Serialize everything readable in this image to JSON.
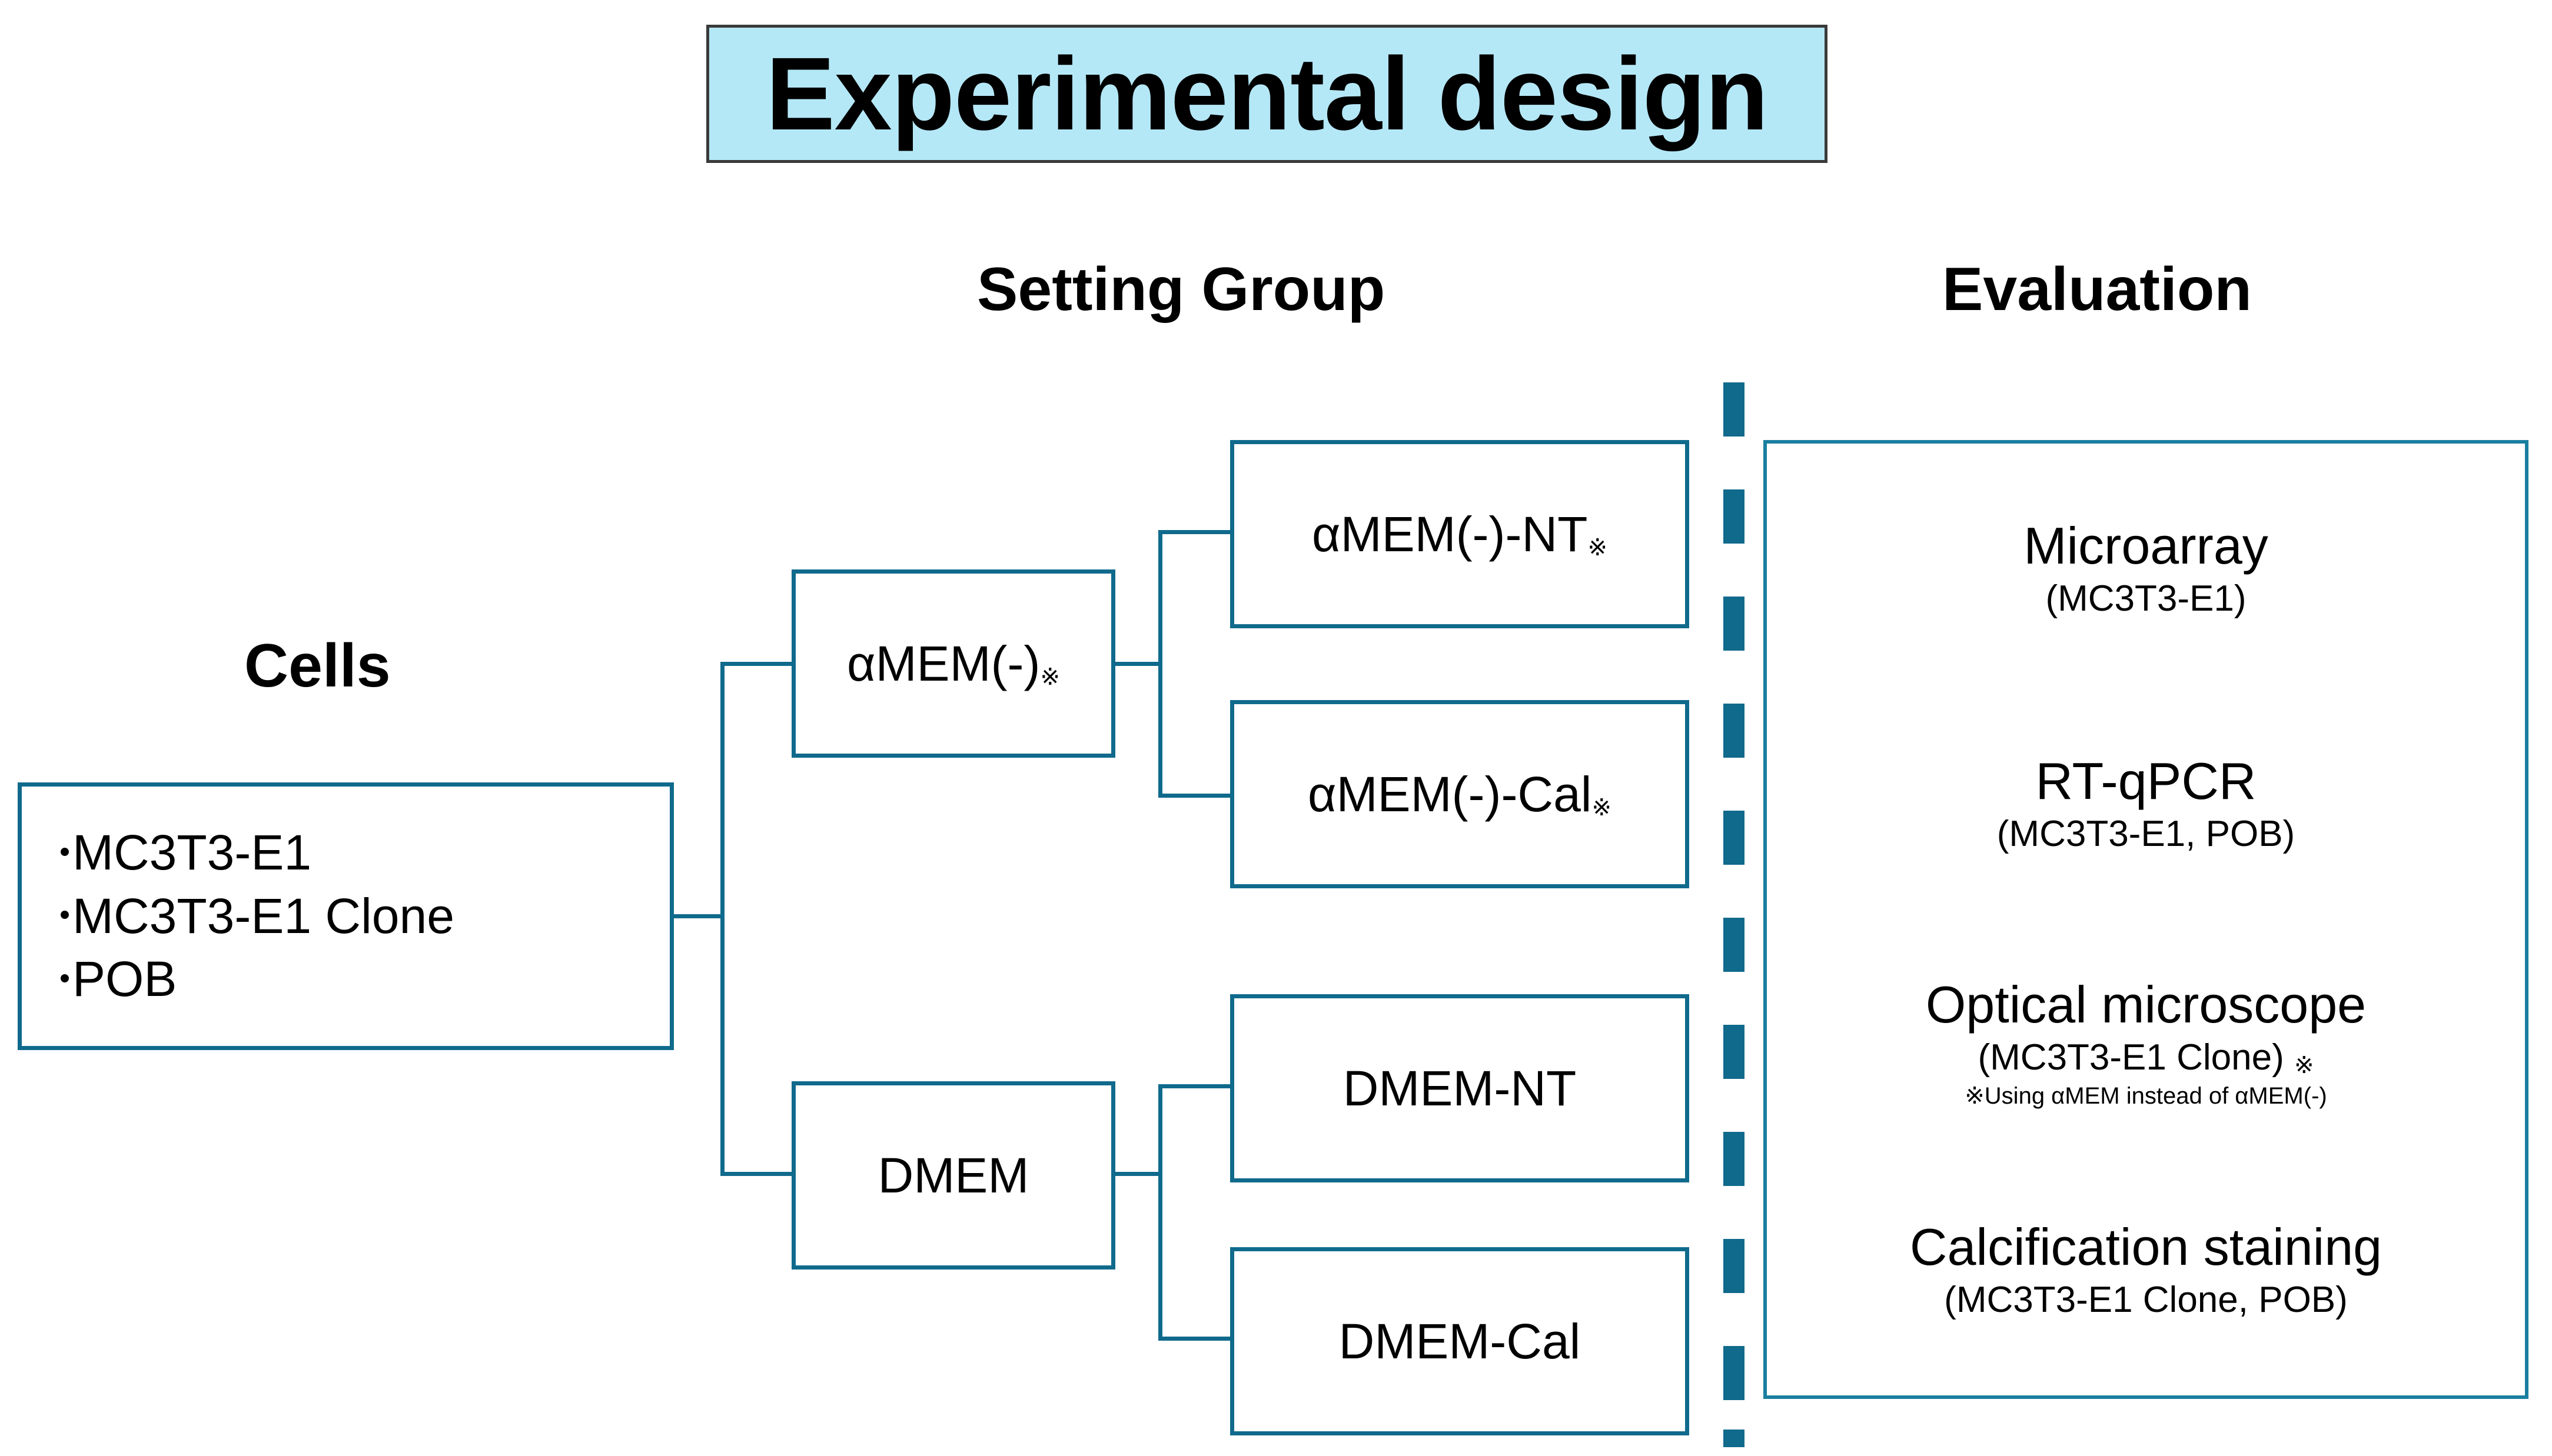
{
  "title": {
    "text": "Experimental design",
    "bg_color": "#b5e8f7",
    "border_color": "#3a3a3a"
  },
  "accent_color": "#106a8c",
  "columns": {
    "cells_header": "Cells",
    "setting_header": "Setting Group",
    "evaluation_header": "Evaluation"
  },
  "cells": {
    "bullet": "・",
    "items": [
      {
        "label": "MC3T3-E1"
      },
      {
        "label": "MC3T3-E1 Clone"
      },
      {
        "label": "POB"
      }
    ]
  },
  "media": [
    {
      "label": "αMEM(-)",
      "mark": "※"
    },
    {
      "label": "DMEM",
      "mark": ""
    }
  ],
  "groups": [
    {
      "label": "αMEM(-)-NT",
      "mark": "※"
    },
    {
      "label": "αMEM(-)-Cal",
      "mark": "※"
    },
    {
      "label": "DMEM-NT",
      "mark": ""
    },
    {
      "label": "DMEM-Cal",
      "mark": ""
    }
  ],
  "evaluations": [
    {
      "method": "Microarray",
      "subjects": "(MC3T3-E1)",
      "mark": "",
      "note": ""
    },
    {
      "method": "RT-qPCR",
      "subjects": "(MC3T3-E1, POB)",
      "mark": "",
      "note": ""
    },
    {
      "method": "Optical microscope",
      "subjects": "(MC3T3-E1 Clone)",
      "mark": "※",
      "note": "※Using αMEM instead of αMEM(-)"
    },
    {
      "method": "Calcification staining",
      "subjects": "(MC3T3-E1 Clone, POB)",
      "mark": "",
      "note": ""
    }
  ]
}
